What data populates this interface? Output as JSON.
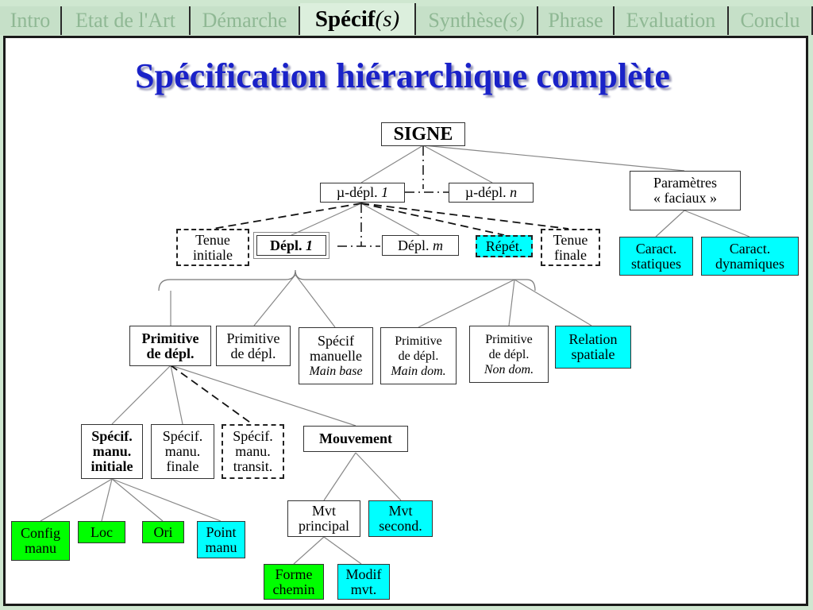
{
  "nav": {
    "tabs": [
      {
        "label": "Intro",
        "active": false
      },
      {
        "label": "Etat de l'Art",
        "active": false
      },
      {
        "label": "Démarche",
        "active": false
      },
      {
        "label": "Spécif",
        "sub": "(s)",
        "active": true
      },
      {
        "label": "Synthèse",
        "sub": "(s)",
        "active": false
      },
      {
        "label": "Phrase",
        "active": false
      },
      {
        "label": "Evaluation",
        "active": false
      },
      {
        "label": "Conclu",
        "active": false
      }
    ]
  },
  "slide": {
    "title": "Spécification hiérarchique complète"
  },
  "diagram": {
    "signe": "SIGNE",
    "depl1": "µ-dépl.",
    "depl1_idx": "1",
    "depln": "µ-dépl.",
    "depln_idx": "n",
    "parametres_l1": "Paramètres",
    "parametres_l2": "« faciaux »",
    "tenue_init_l1": "Tenue",
    "tenue_init_l2": "initiale",
    "dep1_label": "Dépl.",
    "dep1_idx": "1",
    "depm_label": "Dépl.",
    "depm_idx": "m",
    "repet": "Répét.",
    "tenue_fin_l1": "Tenue",
    "tenue_fin_l2": "finale",
    "caract_stat_l1": "Caract.",
    "caract_stat_l2": "statiques",
    "caract_dyn_l1": "Caract.",
    "caract_dyn_l2": "dynamiques",
    "prim1_l1": "Primitive",
    "prim1_l2": "de dépl.",
    "prim2_l1": "Primitive",
    "prim2_l2": "de dépl.",
    "specif_man_l1": "Spécif",
    "specif_man_l2": "manuelle",
    "specif_man_l3": "Main base",
    "prim_dom_l1": "Primitive",
    "prim_dom_l2": "de dépl.",
    "prim_dom_l3": "Main dom.",
    "prim_nondom_l1": "Primitive",
    "prim_nondom_l2": "de dépl.",
    "prim_nondom_l3": "Non dom.",
    "relation_l1": "Relation",
    "relation_l2": "spatiale",
    "sm_init_l1": "Spécif.",
    "sm_init_l2": "manu.",
    "sm_init_l3": "initiale",
    "sm_fin_l1": "Spécif.",
    "sm_fin_l2": "manu.",
    "sm_fin_l3": "finale",
    "sm_trans_l1": "Spécif.",
    "sm_trans_l2": "manu.",
    "sm_trans_l3": "transit.",
    "mouvement": "Mouvement",
    "config_l1": "Config",
    "config_l2": "manu",
    "loc": "Loc",
    "ori": "Ori",
    "point_l1": "Point",
    "point_l2": "manu",
    "mvt_princ_l1": "Mvt",
    "mvt_princ_l2": "principal",
    "mvt_sec_l1": "Mvt",
    "mvt_sec_l2": "second.",
    "forme_l1": "Forme",
    "forme_l2": "chemin",
    "modif_l1": "Modif",
    "modif_l2": "mvt."
  },
  "colors": {
    "title": "#1a22c8",
    "cyan": "#00ffff",
    "green": "#00ff00",
    "nav_bg": "#c6e0c8"
  }
}
